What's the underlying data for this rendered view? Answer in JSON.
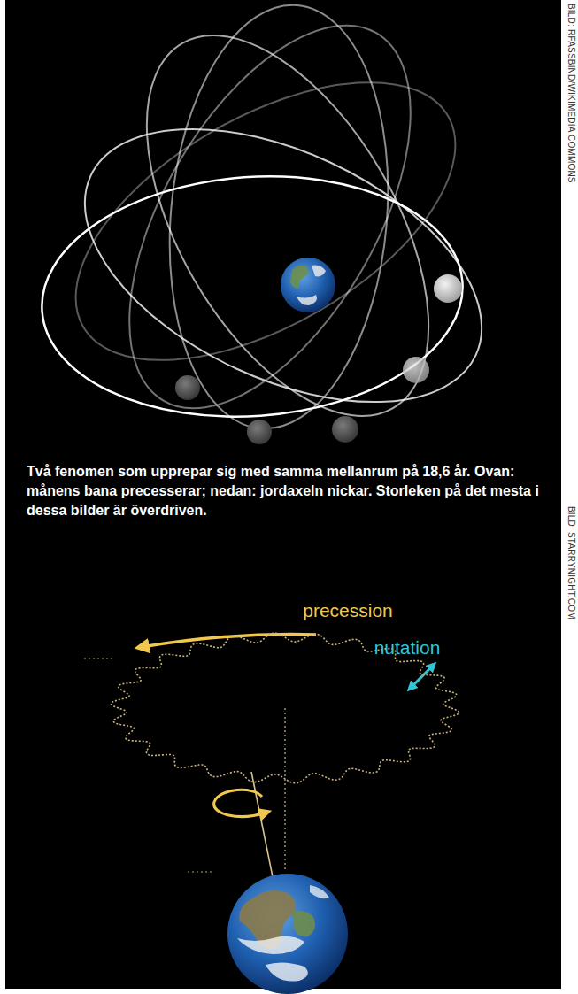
{
  "diagram": {
    "caption": "Två fenomen som upprepar sig med samma mellanrum på 18,6 år. Ovan: månens bana precesserar; nedan: jordaxeln nickar. Storleken på det mesta i dessa bilder är överdriven.",
    "labels": [
      "BILD: RFASSBIND/WIKIMEDIA COMMONS",
      "BILD: STARRYNIGHT.COM",
      "precession",
      "nutation"
    ]
  }
}
